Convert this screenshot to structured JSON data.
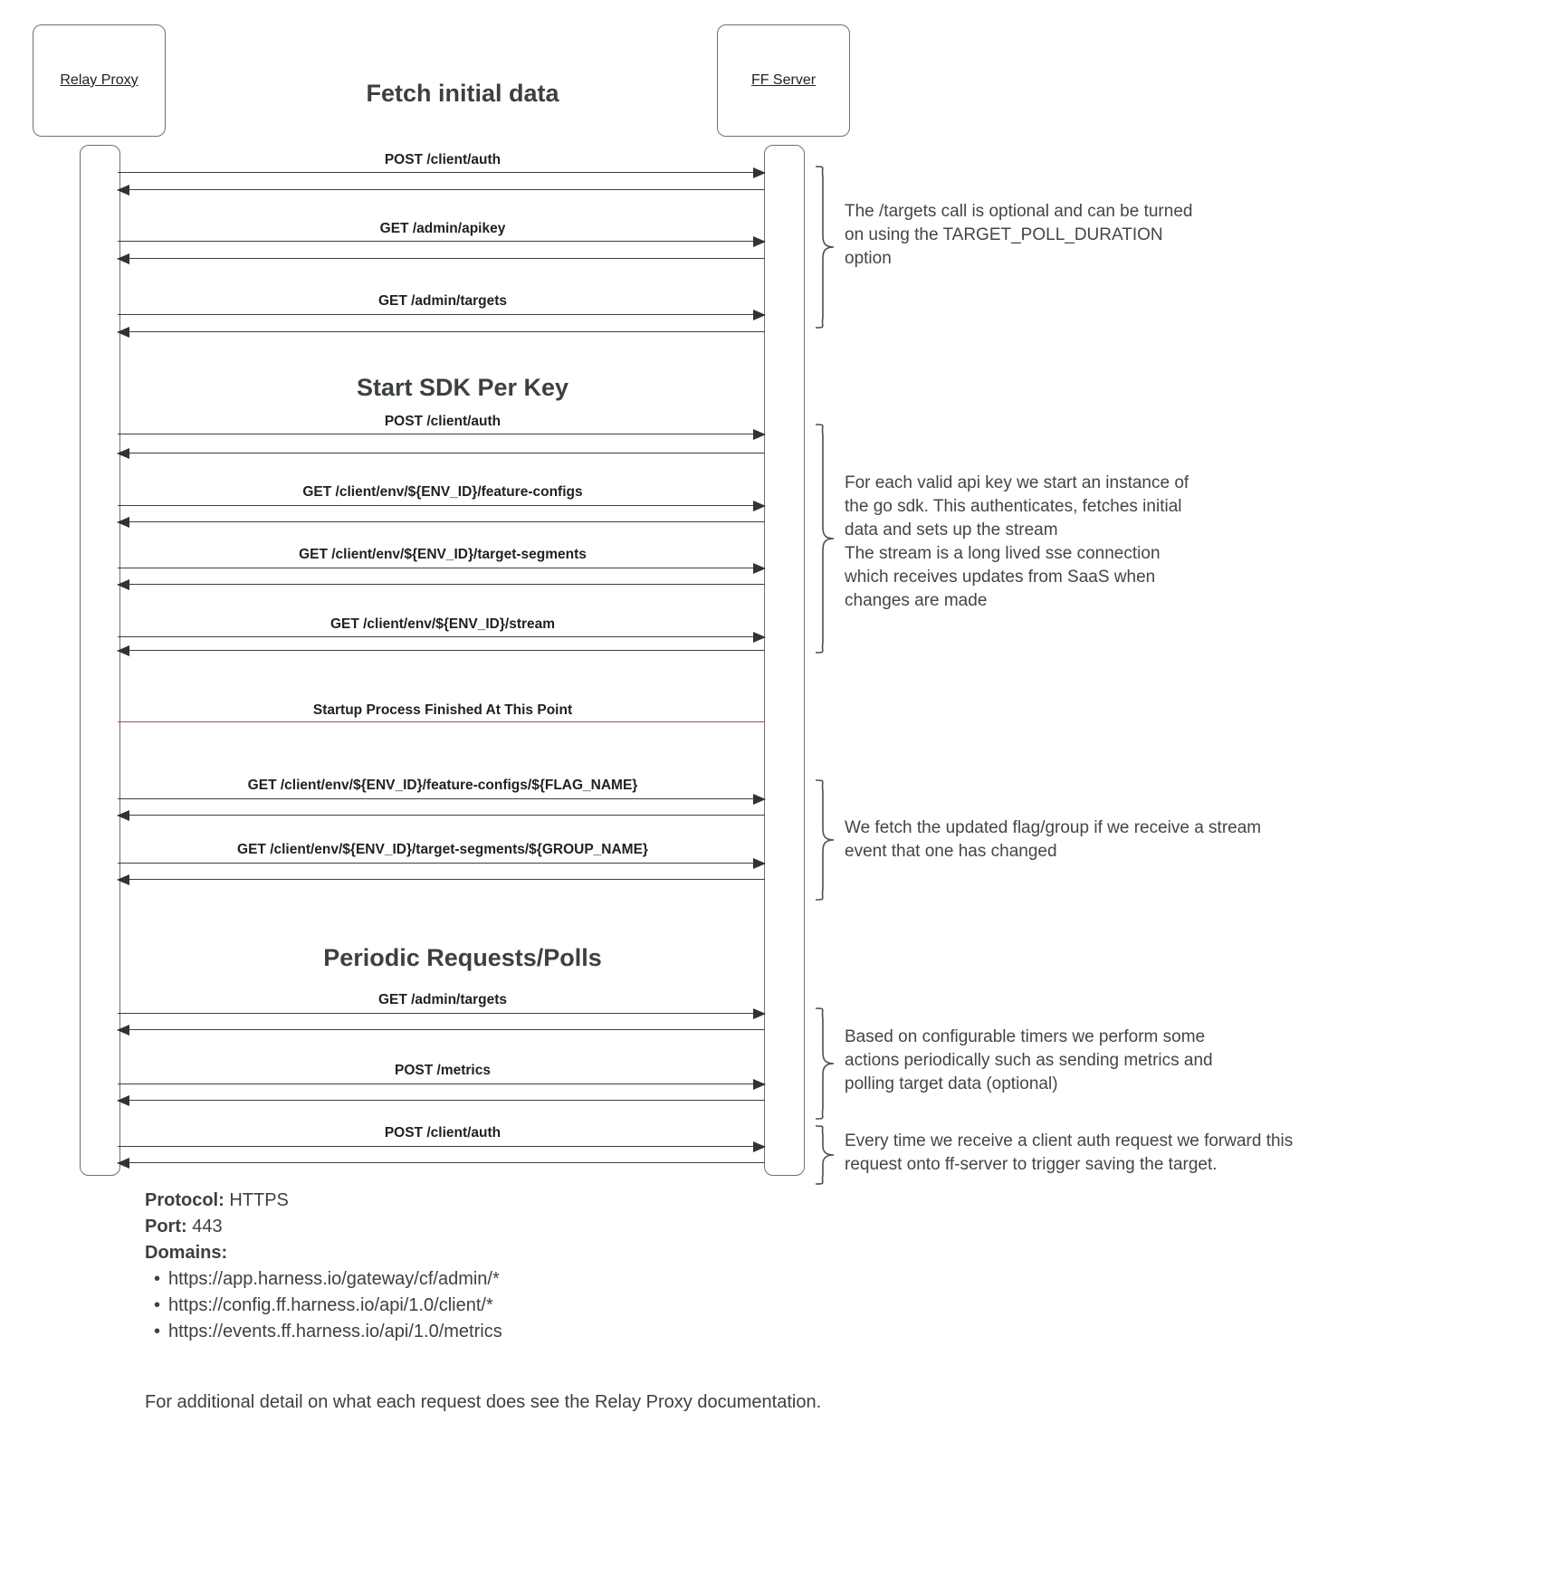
{
  "diagram": {
    "participants": [
      {
        "id": "relay-proxy",
        "label": "Relay Proxy"
      },
      {
        "id": "ff-server",
        "label": "FF Server"
      }
    ],
    "sections": [
      {
        "id": "fetch-initial-data",
        "title": "Fetch initial data"
      },
      {
        "id": "start-sdk-per-key",
        "title": "Start SDK Per Key"
      },
      {
        "id": "periodic-requests",
        "title": "Periodic Requests/Polls"
      }
    ],
    "messages": [
      {
        "id": "m1",
        "label": "POST /client/auth"
      },
      {
        "id": "m2",
        "label": "GET /admin/apikey"
      },
      {
        "id": "m3",
        "label": "GET /admin/targets"
      },
      {
        "id": "m4",
        "label": "POST /client/auth"
      },
      {
        "id": "m5",
        "label": "GET /client/env/${ENV_ID}/feature-configs"
      },
      {
        "id": "m6",
        "label": "GET /client/env/${ENV_ID}/target-segments"
      },
      {
        "id": "m7",
        "label": "GET /client/env/${ENV_ID}/stream"
      },
      {
        "id": "m8",
        "label": "GET /client/env/${ENV_ID}/feature-configs/${FLAG_NAME}"
      },
      {
        "id": "m9",
        "label": "GET /client/env/${ENV_ID}/target-segments/${GROUP_NAME}"
      },
      {
        "id": "m10",
        "label": "GET /admin/targets"
      },
      {
        "id": "m11",
        "label": "POST /metrics"
      },
      {
        "id": "m12",
        "label": "POST /client/auth"
      }
    ],
    "divider": {
      "label": "Startup Process Finished At This Point",
      "color": "#b14a4a"
    },
    "notes": [
      {
        "id": "note-targets-optional",
        "text": "The /targets call is optional and can be turned\non using the TARGET_POLL_DURATION\noption"
      },
      {
        "id": "note-sdk-instance",
        "text": "For each valid api key we start an instance of\nthe go sdk. This authenticates, fetches initial\ndata and sets up the stream\nThe stream is a long lived sse connection\nwhich receives updates from SaaS when\nchanges are made"
      },
      {
        "id": "note-stream-update",
        "text": "We fetch the updated flag/group if we receive a stream\nevent that one has changed"
      },
      {
        "id": "note-periodic-timers",
        "text": "Based on configurable timers we perform some\nactions periodically such as sending metrics and\npolling target data (optional)"
      },
      {
        "id": "note-client-auth-forward",
        "text": "Every time we receive a client auth request we forward this\nrequest onto ff-server to trigger saving the target."
      }
    ]
  },
  "footer": {
    "protocol_key": "Protocol:",
    "protocol_value": "HTTPS",
    "port_key": "Port:",
    "port_value": "443",
    "domains_key": "Domains:",
    "domains": [
      "https://app.harness.io/gateway/cf/admin/*",
      "https://config.ff.harness.io/api/1.0/client/*",
      "https://events.ff.harness.io/api/1.0/metrics"
    ],
    "note": "For additional detail on what each request does see the Relay Proxy documentation."
  }
}
